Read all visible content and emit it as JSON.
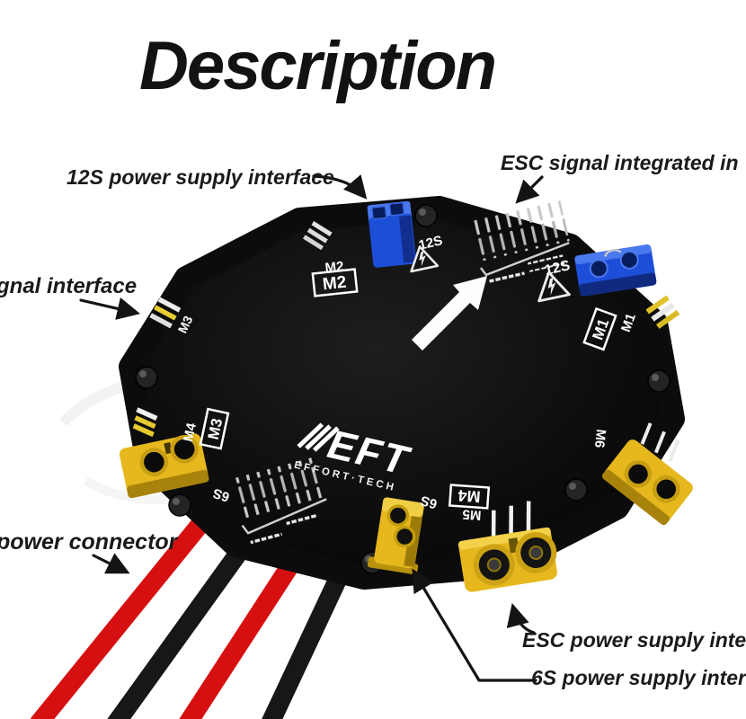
{
  "title": "Description",
  "callouts": {
    "power12s": "12S power supply interface",
    "escSignal": "ESC signal integrated in",
    "signal": "gnal interface",
    "powerConnector": "power connector",
    "escPower": "ESC power supply inte",
    "power6s": "6S power supply inter"
  },
  "board": {
    "logo": "EFT",
    "logoSub": "EFFORT·TECH",
    "labels": {
      "m1": "M1",
      "m2": "M2",
      "m3": "M3",
      "m4": "M4",
      "m5": "M5",
      "m6": "M6",
      "s12": "12S",
      "s6": "6S"
    }
  },
  "colors": {
    "board": "#0c0c0c",
    "blue": "#1d4ed8",
    "yellow": "#e6b81e",
    "wireRed": "#d61010",
    "wireBlack": "#171717"
  }
}
